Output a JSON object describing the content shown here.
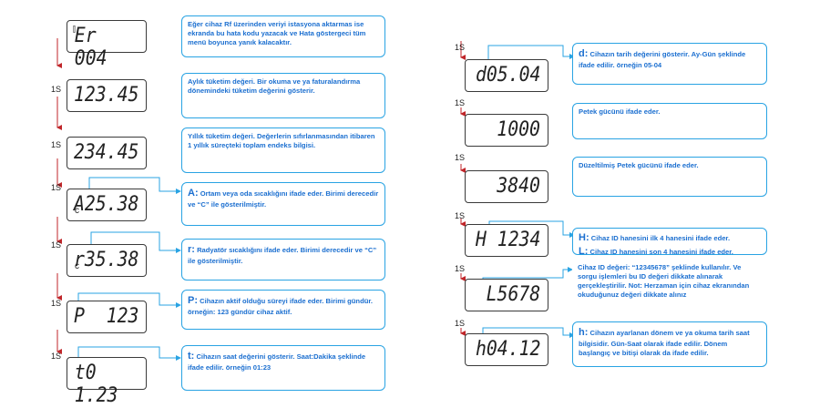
{
  "step_label": "1S",
  "colors": {
    "arrow": "#c0262a",
    "box_border": "#29a3e3",
    "text": "#1b6fd0"
  },
  "left": [
    {
      "display": "Er 004",
      "antenna": "ₛ",
      "sub": "",
      "letter": "",
      "text": "Eğer cihaz Rf üzerinden veriyi istasyona aktarmas ise ekranda bu hata kodu yazacak ve Hata göstergeci tüm menü boyunca yanık kalacaktır."
    },
    {
      "display": "123.45",
      "sub": "",
      "letter": "",
      "text": "Aylık tüketim değeri. Bir okuma ve ya faturalandırma dönemindeki tüketim değerini gösterir."
    },
    {
      "display": "234.45",
      "sub": "",
      "letter": "",
      "text": "Yıllık tüketim değeri. Değerlerin sıfırlanmasından itibaren 1 yıllık süreçteki toplam endeks bilgisi."
    },
    {
      "display": "A25.38",
      "sub": "c",
      "letter": "A:",
      "text": "Ortam veya oda sıcaklığını ifade eder. Birimi derecedir ve “C” ile gösterilmiştir."
    },
    {
      "display": "r35.38",
      "sub": "c",
      "letter": "r:",
      "text": "Radyatör sıcaklığını ifade eder. Birimi derecedir ve “C” ile gösterilmiştir."
    },
    {
      "display": "P  123",
      "sub": "",
      "letter": "P:",
      "text": "Cihazın aktif olduğu süreyi ifade eder. Birimi gündür. örneğin: 123 gündür cihaz aktif."
    },
    {
      "display": "t0 1.23",
      "sub": "",
      "letter": "t:",
      "text": "Cihazın saat değerini gösterir. Saat:Dakika şeklinde ifade edilir. örneğin 01:23"
    }
  ],
  "right": [
    {
      "display": "d05.04",
      "letter": "d:",
      "text": "Cihazın tarih değerini gösterir. Ay-Gün şeklinde ifade edilir. örneğin 05-04"
    },
    {
      "display": "1000",
      "letter": "",
      "text": "Petek gücünü ifade eder."
    },
    {
      "display": "3840",
      "letter": "",
      "text": "Düzeltilmiş Petek gücünü ifade eder."
    },
    {
      "display": "H 1234",
      "letter": "",
      "text": ""
    },
    {
      "display": "L5678",
      "letter": "",
      "text": ""
    },
    {
      "display": "h04.12",
      "letter": "h:",
      "text": "Cihazın ayarlanan dönem ve ya okuma tarih saat bilgisidir. Gün-Saat olarak ifade edilir. Dönem başlangıç ve bitişi olarak da ifade edilir."
    }
  ],
  "hl_box": {
    "h_letter": "H:",
    "h_text": "Cihaz ID hanesini ilk 4 hanesini ifade eder.",
    "l_letter": "L:",
    "l_text": "Cihaz ID hanesini son 4 hanesini ifade eder."
  },
  "id_note": "Cihaz ID değeri: “12345678” şeklinde kullanılır. Ve sorgu işlemleri bu ID değeri dikkate alınarak gerçekleştirilir. Not: Herzaman için cihaz ekranından okuduğunuz değeri dikkate alınız"
}
